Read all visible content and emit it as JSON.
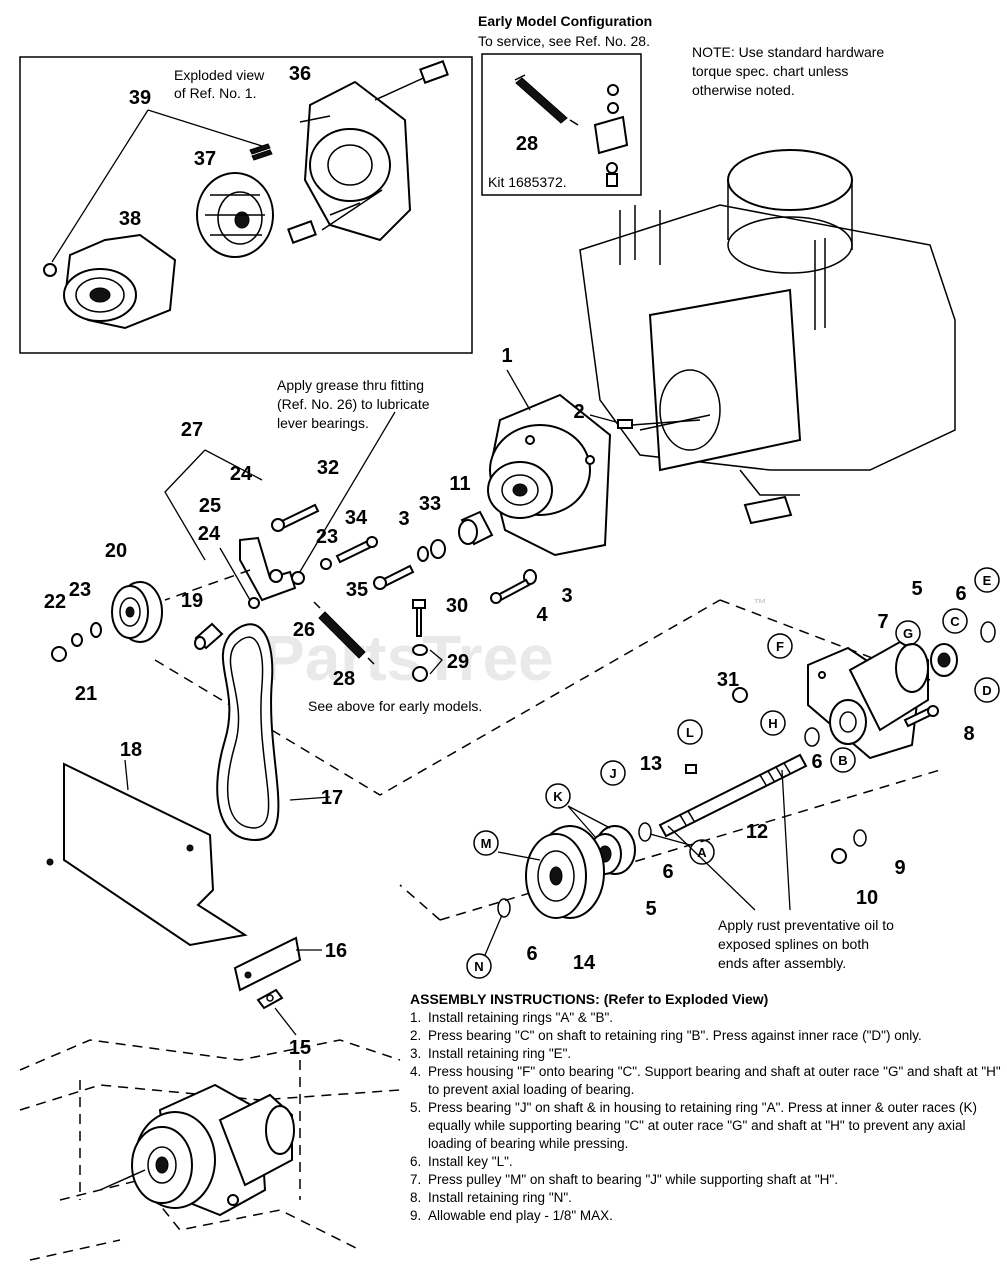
{
  "early_model": {
    "title": "Early Model Configuration",
    "subtitle": "To service, see Ref. No. 28.",
    "kit": "Kit 1685372.",
    "ref": "28"
  },
  "note": {
    "line1": "NOTE: Use standard hardware",
    "line2": "torque spec. chart unless",
    "line3": "otherwise noted."
  },
  "exploded_caption": {
    "line1": "Exploded view",
    "line2": "of Ref. No. 1."
  },
  "grease_note": {
    "line1": "Apply grease thru fitting",
    "line2": "(Ref. No. 26) to lubricate",
    "line3": "lever bearings."
  },
  "early_models_note": "See above for early models.",
  "rust_note": {
    "line1": "Apply rust preventative oil to",
    "line2": "exposed splines on both",
    "line3": "ends after assembly."
  },
  "watermark": "PartsTree",
  "watermark_tm": "™",
  "callouts": {
    "c1": "1",
    "c2": "2",
    "c3a": "3",
    "c3b": "3",
    "c4": "4",
    "c5a": "5",
    "c5b": "5",
    "c6a": "6",
    "c6b": "6",
    "c6c": "6",
    "c6d": "6",
    "c7": "7",
    "c8": "8",
    "c9": "9",
    "c10": "10",
    "c11": "11",
    "c12": "12",
    "c13": "13",
    "c14": "14",
    "c15": "15",
    "c16": "16",
    "c17": "17",
    "c18": "18",
    "c19": "19",
    "c20": "20",
    "c21": "21",
    "c22": "22",
    "c23a": "23",
    "c23b": "23",
    "c24a": "24",
    "c24b": "24",
    "c25": "25",
    "c26": "26",
    "c27": "27",
    "c28": "28",
    "c29": "29",
    "c30": "30",
    "c31": "31",
    "c32": "32",
    "c33": "33",
    "c34": "34",
    "c35": "35",
    "c36": "36",
    "c37": "37",
    "c38": "38",
    "c39": "39"
  },
  "letters": {
    "A": "A",
    "B": "B",
    "C": "C",
    "D": "D",
    "E": "E",
    "F": "F",
    "G": "G",
    "H": "H",
    "J": "J",
    "K": "K",
    "L": "L",
    "M": "M",
    "N": "N"
  },
  "instructions": {
    "heading": "ASSEMBLY INSTRUCTIONS: (Refer to Exploded View)",
    "steps": [
      {
        "num": "1.",
        "text": "Install retaining rings \"A\" & \"B\"."
      },
      {
        "num": "2.",
        "text": "Press bearing \"C\" on shaft to retaining ring \"B\". Press against inner race (\"D\") only."
      },
      {
        "num": "3.",
        "text": "Install retaining ring \"E\"."
      },
      {
        "num": "4.",
        "text": "Press housing \"F\" onto bearing \"C\". Support bearing and shaft at outer race \"G\" and shaft at \"H\" to prevent axial loading of bearing."
      },
      {
        "num": "5.",
        "text": "Press bearing \"J\" on shaft & in housing to retaining ring \"A\". Press at inner & outer races (K) equally while supporting bearing \"C\" at outer race \"G\" and shaft at \"H\" to prevent any axial loading of bearing while pressing."
      },
      {
        "num": "6.",
        "text": "Install key \"L\"."
      },
      {
        "num": "7.",
        "text": "Press pulley \"M\" on shaft to bearing \"J\" while supporting shaft at \"H\"."
      },
      {
        "num": "8.",
        "text": "Install retaining ring \"N\"."
      },
      {
        "num": "9.",
        "text": "Allowable end play - 1/8\" MAX."
      }
    ]
  }
}
